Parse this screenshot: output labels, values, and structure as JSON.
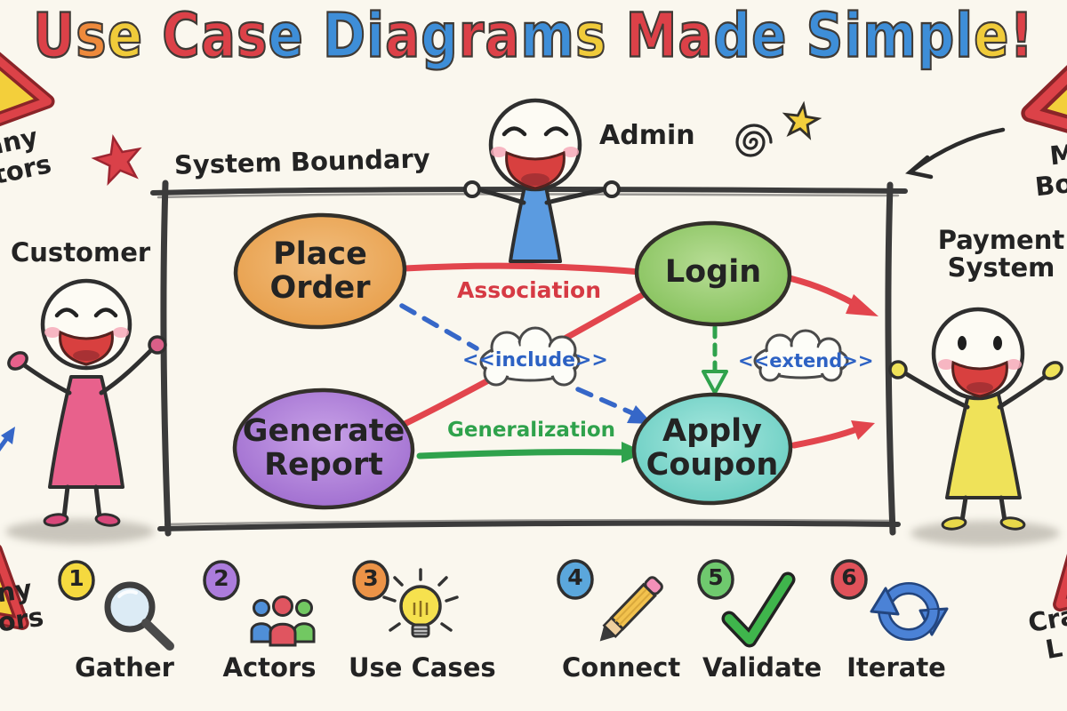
{
  "title": {
    "text": "Use Case Diagrams Made Simple!",
    "letters": [
      [
        "U",
        "#DC4148"
      ],
      [
        "s",
        "#EE8A3C"
      ],
      [
        "e",
        "#F0CB3A"
      ],
      [
        " ",
        ""
      ],
      [
        "C",
        "#DC4148"
      ],
      [
        "a",
        "#DC4148"
      ],
      [
        "s",
        "#DC4148"
      ],
      [
        "e",
        "#3E8ED8"
      ],
      [
        " ",
        ""
      ],
      [
        "D",
        "#3E8ED8"
      ],
      [
        "i",
        "#3E8ED8"
      ],
      [
        "a",
        "#DC4148"
      ],
      [
        "g",
        "#3E8ED8"
      ],
      [
        "r",
        "#DC4148"
      ],
      [
        "a",
        "#DC4148"
      ],
      [
        "m",
        "#3E8ED8"
      ],
      [
        "s",
        "#F0CB3A"
      ],
      [
        " ",
        ""
      ],
      [
        "M",
        "#DC4148"
      ],
      [
        "a",
        "#DC4148"
      ],
      [
        "d",
        "#3E8ED8"
      ],
      [
        "e",
        "#3E8ED8"
      ],
      [
        " ",
        ""
      ],
      [
        "S",
        "#3E8ED8"
      ],
      [
        "i",
        "#3E8ED8"
      ],
      [
        "m",
        "#3E8ED8"
      ],
      [
        "p",
        "#3E8ED8"
      ],
      [
        "l",
        "#3E8ED8"
      ],
      [
        "e",
        "#F0CB3A"
      ],
      [
        "!",
        "#DC4148"
      ]
    ]
  },
  "boundary": {
    "label": "System Boundary"
  },
  "actors": {
    "admin": "Admin",
    "customer": "Customer",
    "payment_line1": "Payment",
    "payment_line2": "System"
  },
  "use_cases": {
    "place_order": {
      "line1": "Place",
      "line2": "Order",
      "fill": "#E9A452"
    },
    "login": {
      "label": "Login",
      "fill": "#92CB66"
    },
    "generate_report": {
      "line1": "Generate",
      "line2": "Report",
      "fill": "#AA7CDB"
    },
    "apply_coupon": {
      "line1": "Apply",
      "line2": "Coupon",
      "fill": "#75D6CB"
    }
  },
  "relationships": {
    "association": "Association",
    "generalization": "Generalization",
    "include": "<<include>>",
    "extend": "<<extend>>"
  },
  "steps": [
    {
      "num": "1",
      "label": "Gather",
      "badge_color": "#F5D93F",
      "icon": "magnifier-icon"
    },
    {
      "num": "2",
      "label": "Actors",
      "badge_color": "#AC7CDC",
      "icon": "people-icon"
    },
    {
      "num": "3",
      "label": "Use Cases",
      "badge_color": "#EC9347",
      "icon": "lightbulb-icon"
    },
    {
      "num": "4",
      "label": "Connect",
      "badge_color": "#5BA7DC",
      "icon": "pencil-icon"
    },
    {
      "num": "5",
      "label": "Validate",
      "badge_color": "#6FC96E",
      "icon": "checkmark-icon"
    },
    {
      "num": "6",
      "label": "Iterate",
      "badge_color": "#E0525A",
      "icon": "iterate-icon"
    }
  ],
  "edge_fragments": {
    "top_left_line1": "Many",
    "top_left_line2": "Actors",
    "bottom_left_line1": "Many",
    "bottom_left_line2": "Actors",
    "top_right_line1": "M",
    "top_right_line2": "Boun",
    "bottom_right_line1": "Cra",
    "bottom_right_line2": "L"
  },
  "colors": {
    "association": "#E2454D",
    "generalization": "#2FA24C",
    "include_extend": "#2D62C4",
    "ink": "#2B2B2B",
    "background": "#FAF7EE"
  }
}
